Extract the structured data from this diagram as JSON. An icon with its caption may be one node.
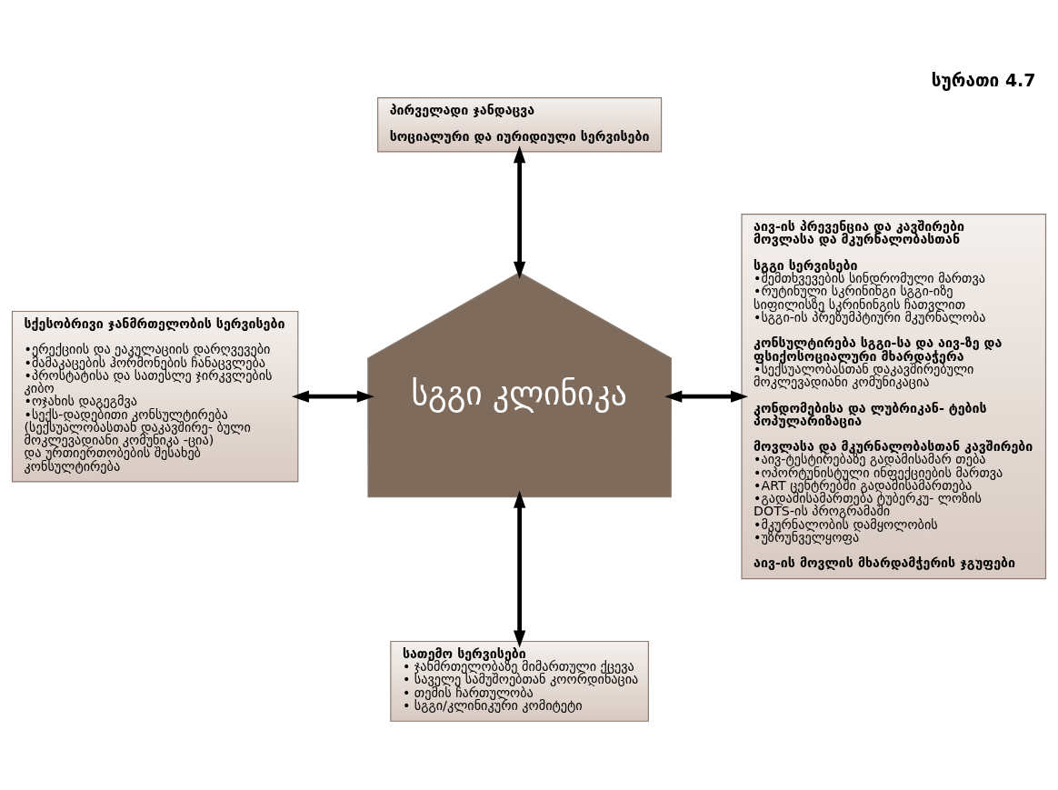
{
  "diagram": {
    "title": "სურათი 4.7",
    "nodes": [
      {
        "text": [
          "სგგი კლინიკა"
        ]
      },
      {
        "text": [
          "პირველადი ჯანდაცვა",
          "სოციალური და იურიდიული სერვისები"
        ]
      },
      {
        "text": [
          "სქესობრივი ჯანმრთელობის სერვისები",
          "•ერექციის და ეაკულაციის დარღვევები",
          "•მამაკაცების ჰორმონების ჩანაცვლება",
          "•პროსტატისა და სათესლე ჯირკვლების კიბო",
          "•ოჯახის დაგეგმვა",
          "•სექს-დადებითი კონსულტირება (სექსუალობასთან დაკავშირე- ბული მოკლევადიანი კომუნიკა -ცია)",
          "და ურთიერთობების შესახებ კონსულტირება"
        ]
      },
      {
        "text": [
          "სათემო სერვისები",
          "• ჯანმრთელობაზე მიმართული ქცევა",
          "• საველე სამუშოებთან კოორდინაცია",
          "• თემის ჩართულობა",
          "• სგგი/კლინიკური კომიტეტი"
        ]
      },
      {
        "text": [
          "აივ-ის პრევენცია და კავშირები მოვლასა და მკურნალობასთან",
          "სგგი სერვისები",
          "•შემთხვევების სინდრომული მართვა",
          "•რუტინული სკრინინგი სგგი-იზე სიფილისზე სკრინინგის ჩათვლით",
          "•სგგი-ის პრეზუმპტიური მკურნალობა",
          "კონსულტირება სგგი-სა და აივ-ზე და ფსიქოსოციალური მხარდაჭერა",
          "•სექსუალობასთან დაკავშირებული მოკლევადიანი კომუნიკაცია",
          "კონდომებისა და ლუბრიკან- ტების პოპულარიზაცია",
          "მოვლასა და მკურნალობასთან კავშირები",
          "•აივ-ტესტირებაზე გადამისამარ თება",
          "•ოპორტუნისტული ინფექციების მართვა",
          "•ART ცენტრებში გადამისამართება",
          "•გადამისამართება ტუბერკუ- ლოზის DOTS-ის პროგრამაში",
          "•მკურნალობის დამყოლობის",
          "•უზრუნველყოფა",
          "აივ-ის მოვლის მხარდამჭერის ჯგუფები"
        ]
      }
    ],
    "edges": [
      {
        "from": 1,
        "to": 0,
        "arrow": "both"
      },
      {
        "from": 2,
        "to": 0,
        "arrow": "both"
      },
      {
        "from": 0,
        "to": 4,
        "arrow": "both"
      },
      {
        "from": 0,
        "to": 3,
        "arrow": "both"
      }
    ]
  }
}
